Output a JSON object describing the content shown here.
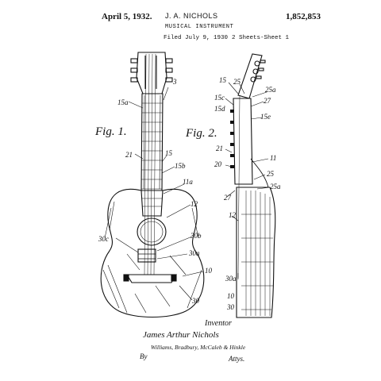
{
  "header": {
    "date": "April 5, 1932.",
    "inventor": "J. A. NICHOLS",
    "patent_number": "1,852,853",
    "title": "MUSICAL INSTRUMENT",
    "filed": "Filed July 9, 1930",
    "sheets": "2 Sheets-Sheet  1"
  },
  "figures": {
    "fig1_label": "Fig. 1.",
    "fig2_label": "Fig. 2."
  },
  "fig1_refs": {
    "r3": "3",
    "r15a": "15a",
    "r21": "21",
    "r15": "15",
    "r15b": "15b",
    "r11a": "11a",
    "r12": "12",
    "r30c": "30c",
    "r30b": "30b",
    "r30a": "30a",
    "r10": "10",
    "r30": "30"
  },
  "fig2_refs": {
    "r15": "15",
    "r25": "25",
    "r25a": "25a",
    "r15c": "15c",
    "r27": "27",
    "r15d": "15d",
    "r15e": "15e",
    "r21a": "21",
    "r20": "20",
    "r11": "11",
    "r25b": "25",
    "r25c": "25a",
    "r27b": "27",
    "r12": "12",
    "r30a": "30a",
    "r10": "10",
    "r30": "30"
  },
  "signatures": {
    "inventor_label": "Inventor",
    "inventor_name": "James Arthur Nichols",
    "attorneys": "Williams, Bradbury, McCaleb & Hinkle",
    "by": "By",
    "attys": "Attys."
  }
}
